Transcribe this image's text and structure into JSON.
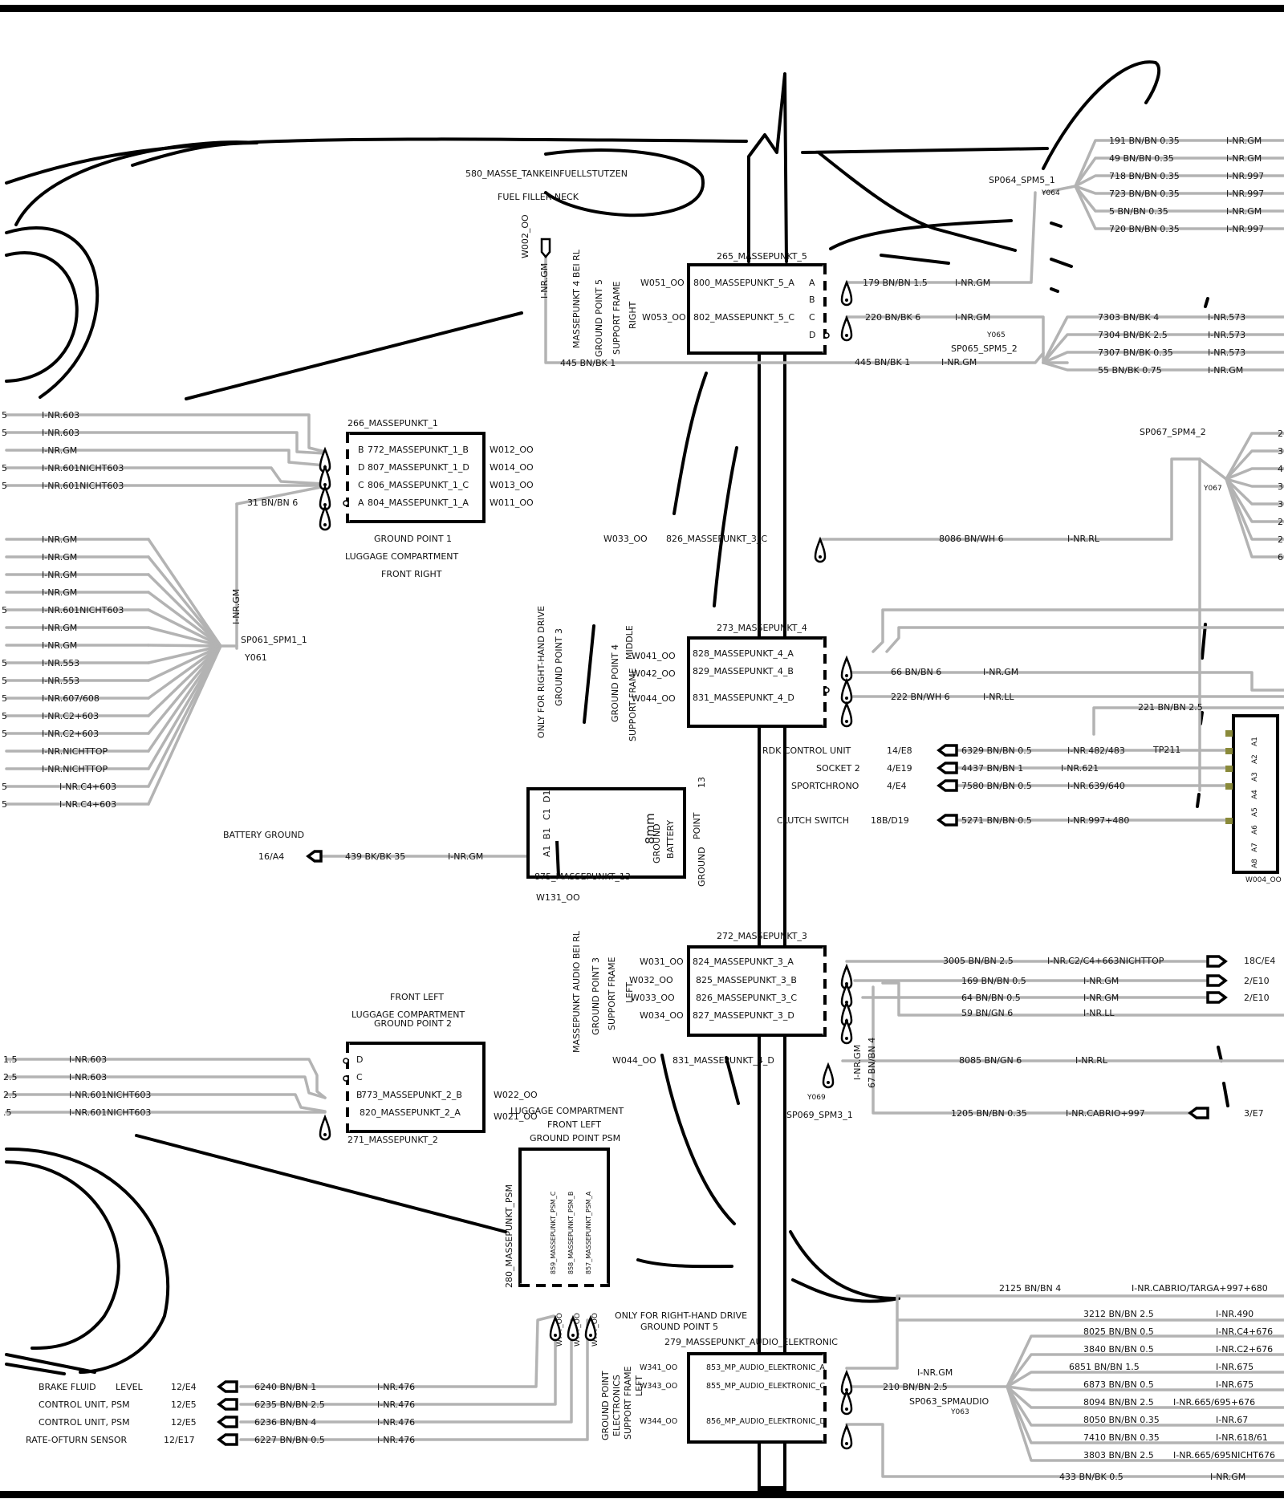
{
  "labels": {
    "fuel_neck": "580_MASSE_TANKEINFUELLSTUTZEN",
    "fuel_neck_en": "FUEL FILLER NECK",
    "w002": "W002_OO",
    "inr_gm": "I-NR.GM",
    "masse4_rl": "MASSEPUNKT 4 BEI RL",
    "gp5": "GROUND POINT 5",
    "support_frame": "SUPPORT FRAME",
    "right": "RIGHT",
    "gp3": "GROUND POINT 3",
    "gp4": "GROUND POINT 4",
    "left": "LEFT",
    "middle": "MIDDLE",
    "rhd_only": "ONLY FOR RIGHT-HAND DRIVE",
    "audio_rl": "MASSEPUNKT AUDIO BEI RL",
    "gp_electronics": "GROUND POINT",
    "electronics": "ELECTRONICS",
    "w051": "W051_OO",
    "w053": "W053_OO",
    "w033_top": "W033_OO",
    "mp3c_top": "826_MASSEPUNKT_3_C",
    "w044_mid": "W044_OO",
    "mp4d_mid": "831_MASSEPUNKT_4_D",
    "bn445": "445 BN/BK 1",
    "sp061": "SP061_SPM1_1",
    "y061": "Y061",
    "bn31": "31 BN/BN 6",
    "battery_ground": "BATTERY GROUND",
    "ref16a4": "16/A4",
    "bk439": "439 BK/BK 35",
    "w131": "W131_OO",
    "mp875": "875_MASSEPUNKT_13",
    "bat_8mm": "8mm",
    "bat_ground": "GROUND",
    "bat_battery": "BATTERY",
    "bat_point": "POINT",
    "bat_13": "13",
    "bat_ground2": "GROUND",
    "gp1_lines": [
      "GROUND POINT 1",
      "LUGGAGE COMPARTMENT",
      "FRONT RIGHT"
    ],
    "gp2_lines": [
      "FRONT LEFT",
      "LUGGAGE COMPARTMENT",
      "GROUND POINT 2"
    ],
    "psm_lines": [
      "LUGGAGE COMPARTMENT",
      "FRONT LEFT",
      "GROUND POINT PSM"
    ],
    "psm_box": "280_MASSEPUNKT_PSM",
    "psm_pins": [
      "859_MASSEPUNKT_PSM_C",
      "858_MASSEPUNKT_PSM_B",
      "857_MASSEPUNKT_PSM_A"
    ],
    "psm_w": [
      "W???_OO",
      "W???_OO",
      "W???_OO"
    ],
    "rhd_gp5": [
      "ONLY FOR RIGHT-HAND DRIVE",
      "GROUND POINT 5"
    ],
    "sp064": "SP064_SPM5_1",
    "y064": "Y064",
    "sp065": "SP065_SPM5_2",
    "y065": "Y065",
    "sp067": "SP067_SPM4_2",
    "y067": "Y067",
    "sp069": "SP069_SPM3_1",
    "y069": "Y069",
    "sp063": "SP063_SPMAUDIO",
    "y063": "Y063",
    "tp211": "TP211",
    "w004": "W004_OO",
    "w004_pins": [
      "A1",
      "A2",
      "A3",
      "A4",
      "A5",
      "A6",
      "A7",
      "A8"
    ],
    "bn179": "179 BN/BN 1.5",
    "bn220": "220 BN/BK 6",
    "bn8086": "8086 BN/WH 6",
    "inr_rl": "I-NR.RL",
    "inr_ll": "I-NR.LL",
    "bn66": "66 BN/BN 6",
    "bn222": "222 BN/WH 6",
    "bn221": "221 BN/BN 2.5",
    "bn8085": "8085 BN/GN 6",
    "bn1205": "1205 BN/BN 0.35",
    "inr_cabrio997": "I-NR.CABRIO+997",
    "ref3e7": "3/E7",
    "bn67": "67 BN/BN 4",
    "bn2125": "2125 BN/BN 4",
    "inr_cabrio_targa": "I-NR.CABRIO/TARGA+997+680",
    "bn210": "210 BN/BN 2.5",
    "bn433": "433 BN/BK 0.5",
    "psm_w_left": "W",
    "level": "LEVEL"
  },
  "mp5": {
    "title": "265_MASSEPUNKT_5",
    "pins": [
      {
        "letter": "A",
        "name": "800_MASSEPUNKT_5_A"
      },
      {
        "letter": "B",
        "name": ""
      },
      {
        "letter": "C",
        "name": "802_MASSEPUNKT_5_C"
      },
      {
        "letter": "D",
        "name": ""
      }
    ]
  },
  "mp1": {
    "title": "266_MASSEPUNKT_1",
    "pins": [
      {
        "letter": "B",
        "name": "772_MASSEPUNKT_1_B",
        "w": "W012_OO"
      },
      {
        "letter": "D",
        "name": "807_MASSEPUNKT_1_D",
        "w": "W014_OO"
      },
      {
        "letter": "C",
        "name": "806_MASSEPUNKT_1_C",
        "w": "W013_OO"
      },
      {
        "letter": "A",
        "name": "804_MASSEPUNKT_1_A",
        "w": "W011_OO"
      }
    ]
  },
  "mp4": {
    "title": "273_MASSEPUNKT_4",
    "pins": [
      {
        "name": "828_MASSEPUNKT_4_A",
        "w": "W041_OO"
      },
      {
        "name": "829_MASSEPUNKT_4_B",
        "w": "W042_OO"
      },
      {
        "name": "831_MASSEPUNKT_4_D",
        "w": "W044_OO"
      }
    ]
  },
  "mp3": {
    "title": "272_MASSEPUNKT_3",
    "pins": [
      {
        "name": "824_MASSEPUNKT_3_A",
        "w": "W031_OO"
      },
      {
        "name": "825_MASSEPUNKT_3_B",
        "w": "W032_OO"
      },
      {
        "name": "826_MASSEPUNKT_3_C",
        "w": "W033_OO"
      },
      {
        "name": "827_MASSEPUNKT_3_D",
        "w": "W034_OO"
      }
    ]
  },
  "mp2": {
    "title": "271_MASSEPUNKT_2",
    "pins": [
      {
        "letter": "D",
        "name": ""
      },
      {
        "letter": "C",
        "name": ""
      },
      {
        "letter": "B",
        "name": "773_MASSEPUNKT_2_B",
        "w": "W022_OO"
      },
      {
        "letter": "",
        "name": "820_MASSEPUNKT_2_A",
        "w": "W021_OO"
      }
    ]
  },
  "audio": {
    "title": "279_MASSEPUNKT_AUDIO_ELEKTRONIC",
    "pins": [
      {
        "name": "853_MP_AUDIO_ELEKTRONIC_A",
        "w": "W341_OO"
      },
      {
        "name": "855_MP_AUDIO_ELEKTRONIC_C",
        "w": "W343_OO"
      },
      {
        "name": "856_MP_AUDIO_ELEKTRONIC_D",
        "w": "W344_OO"
      }
    ]
  },
  "bat_pins": [
    "A1",
    "B1",
    "C1",
    "D1"
  ],
  "sp064_wires": [
    {
      "wire": "191 BN/BN 0.35",
      "inr": "I-NR.GM"
    },
    {
      "wire": "49 BN/BN 0.35",
      "inr": "I-NR.GM"
    },
    {
      "wire": "718 BN/BN 0.35",
      "inr": "I-NR.997"
    },
    {
      "wire": "723 BN/BN 0.35",
      "inr": "I-NR.997"
    },
    {
      "wire": "5 BN/BN 0.35",
      "inr": "I-NR.GM"
    },
    {
      "wire": "720 BN/BN 0.35",
      "inr": "I-NR.997"
    }
  ],
  "sp065_wires": [
    {
      "wire": "7303 BN/BK 4",
      "inr": "I-NR.573"
    },
    {
      "wire": "7304 BN/BK 2.5",
      "inr": "I-NR.573"
    },
    {
      "wire": "7307 BN/BK 0.35",
      "inr": "I-NR.573"
    },
    {
      "wire": "55 BN/BK 0.75",
      "inr": "I-NR.GM"
    }
  ],
  "mp1_left_wires": [
    "I-NR.603",
    "I-NR.603",
    "I-NR.GM",
    "I-NR.601NICHT603",
    "I-NR.601NICHT603"
  ],
  "mp1_left_stubs": [
    "5",
    "5",
    "",
    "5",
    "5"
  ],
  "sp061_wires": [
    "I-NR.GM",
    "I-NR.GM",
    "I-NR.GM",
    "I-NR.GM",
    "I-NR.601NICHT603",
    "I-NR.GM",
    "I-NR.GM",
    "I-NR.553",
    "I-NR.553",
    "I-NR.607/608",
    "I-NR.C2+603",
    "I-NR.C2+603",
    "I-NR.NICHTTOP",
    "I-NR.NICHTTOP",
    "I-NR.C4+603",
    "I-NR.C4+603"
  ],
  "sp061_stubs": [
    "",
    "",
    "",
    "",
    "5",
    "",
    "",
    "5",
    "5",
    "5",
    "5",
    "5",
    "",
    "",
    "5",
    "5"
  ],
  "sp067_stubs": [
    "2",
    "3",
    "4",
    "3",
    "3",
    "2",
    "2",
    "6"
  ],
  "connectors_mid": [
    {
      "label": "RDK CONTROL UNIT",
      "ref": "14/E8",
      "wire": "6329 BN/BN 0.5",
      "inr": "I-NR.482/483"
    },
    {
      "label": "SOCKET 2",
      "ref": "4/E19",
      "wire": "4437 BN/BN 1",
      "inr": "I-NR.621"
    },
    {
      "label": "SPORTCHRONO",
      "ref": "4/E4",
      "wire": "7580 BN/BN 0.5",
      "inr": "I-NR.639/640"
    },
    {
      "label": "CLUTCH SWITCH",
      "ref": "18B/D19",
      "wire": "5271 BN/BN 0.5",
      "inr": "I-NR.997+480"
    }
  ],
  "mp3_right_wires": [
    {
      "wire": "3005 BN/BN 2.5",
      "inr": "I-NR.C2/C4+663NICHTTOP",
      "ref": "18C/E4"
    },
    {
      "wire": "169 BN/BN 0.5",
      "inr": "I-NR.GM",
      "ref": "2/E10"
    },
    {
      "wire": "64 BN/BN 0.5",
      "inr": "I-NR.GM",
      "ref": "2/E10"
    },
    {
      "wire": "59 BN/GN 6",
      "inr": "I-NR.LL",
      "ref": ""
    }
  ],
  "mp2_left_wires": [
    {
      "stub": "1.5",
      "inr": "I-NR.603"
    },
    {
      "stub": "2.5",
      "inr": "I-NR.603"
    },
    {
      "stub": "2.5",
      "inr": "I-NR.601NICHT603"
    },
    {
      "stub": ".5",
      "inr": "I-NR.601NICHT603"
    }
  ],
  "psm_connectors": [
    {
      "label": "BRAKE FLUID",
      "ref": "12/E4",
      "wire": "6240 BN/BN 1",
      "inr": "I-NR.476"
    },
    {
      "label": "CONTROL UNIT, PSM",
      "ref": "12/E5",
      "wire": "6235 BN/BN 2.5",
      "inr": "I-NR.476"
    },
    {
      "label": "CONTROL UNIT, PSM",
      "ref": "12/E5",
      "wire": "6236 BN/BN 4",
      "inr": "I-NR.476"
    },
    {
      "label": "RATE-OFTURN SENSOR",
      "ref": "12/E17",
      "wire": "6227 BN/BN 0.5",
      "inr": "I-NR.476"
    }
  ],
  "sp063_wires": [
    {
      "wire": "3212 BN/BN 2.5",
      "inr": "I-NR.490"
    },
    {
      "wire": "8025 BN/BN 0.5",
      "inr": "I-NR.C4+676"
    },
    {
      "wire": "3840 BN/BN 0.5",
      "inr": "I-NR.C2+676"
    },
    {
      "wire": "6851 BN/BN 1.5",
      "inr": "I-NR.675"
    },
    {
      "wire": "6873 BN/BN 0.5",
      "inr": "I-NR.675"
    },
    {
      "wire": "8094 BN/BN 2.5",
      "inr": "I-NR.665/695+676"
    },
    {
      "wire": "8050 BN/BN 0.35",
      "inr": "I-NR.67"
    },
    {
      "wire": "7410 BN/BN 0.35",
      "inr": "I-NR.618/61"
    },
    {
      "wire": "3803 BN/BN 2.5",
      "inr": "I-NR.665/695NICHT676"
    }
  ]
}
